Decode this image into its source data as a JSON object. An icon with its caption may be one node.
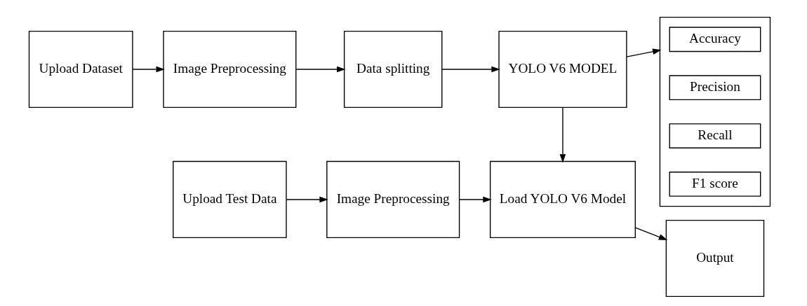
{
  "diagram": {
    "nodes": [
      {
        "text": [
          "Upload Dataset"
        ]
      },
      {
        "text": [
          "Image Preprocessing"
        ]
      },
      {
        "text": [
          "Data splitting"
        ]
      },
      {
        "text": [
          "YOLO V6 MODEL"
        ]
      },
      {
        "text": [],
        "shape": "box"
      },
      {
        "text": [
          "Accuracy"
        ],
        "in": 4
      },
      {
        "text": [
          "Precision"
        ],
        "in": 4
      },
      {
        "text": [
          "Recall"
        ],
        "in": 4
      },
      {
        "text": [
          "F1 score"
        ],
        "in": 4
      },
      {
        "text": [
          "Upload Test Data"
        ]
      },
      {
        "text": [
          "Image Preprocessing"
        ]
      },
      {
        "text": [
          "Load YOLO V6 Model"
        ]
      },
      {
        "text": [
          "Output"
        ]
      }
    ],
    "edges": [
      {
        "from": 0,
        "to": 1,
        "arrow": "to"
      },
      {
        "from": 1,
        "to": 2,
        "arrow": "to"
      },
      {
        "from": 2,
        "to": 3,
        "arrow": "to"
      },
      {
        "from": 3,
        "to": 4,
        "arrow": "to"
      },
      {
        "from": 3,
        "to": 11,
        "arrow": "to"
      },
      {
        "from": 9,
        "to": 10,
        "arrow": "to"
      },
      {
        "from": 10,
        "to": 11,
        "arrow": "to"
      },
      {
        "from": 11,
        "to": 12,
        "arrow": "to"
      }
    ]
  }
}
